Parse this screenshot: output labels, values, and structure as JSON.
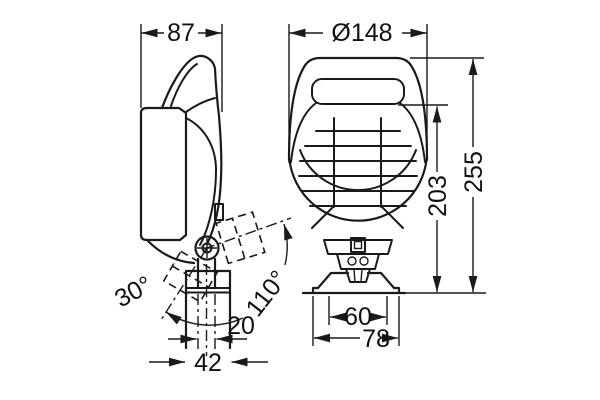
{
  "title": "work-lamp-dimensional-drawing",
  "colors": {
    "line": "#1a1a1a",
    "background": "#ffffff"
  },
  "dims": {
    "side_width": "87",
    "diameter": "Ø148",
    "overall_height": "255",
    "body_height": "203",
    "tilt_angle": "30°",
    "swivel_angle": "110°",
    "post_width": "20",
    "stem_width": "42",
    "hole_spacing": "60",
    "bracket_width": "78"
  }
}
